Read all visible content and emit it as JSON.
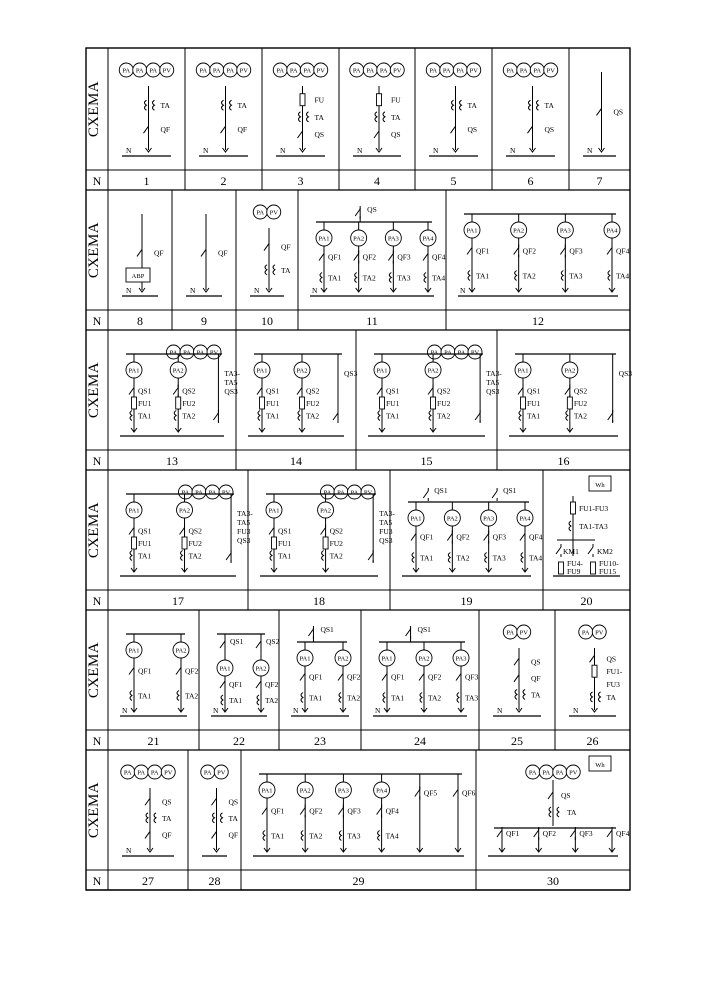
{
  "labels": {
    "scheme": "СХЕМА",
    "number": "N",
    "neutral": "N",
    "abp": "АВР",
    "wh": "Wh"
  },
  "rows": [
    {
      "cells": [
        {
          "id": "1",
          "meters": [
            "PA",
            "PA",
            "PA",
            "PV"
          ],
          "parts": [
            {
              "k": "ct",
              "t": "TA"
            },
            {
              "k": "sw",
              "t": "QF"
            }
          ],
          "n": true
        },
        {
          "id": "2",
          "meters": [
            "PA",
            "PA",
            "PA",
            "PV"
          ],
          "parts": [
            {
              "k": "ct",
              "t": "TA"
            },
            {
              "k": "sw",
              "t": "QF"
            }
          ],
          "n": true
        },
        {
          "id": "3",
          "meters": [
            "PA",
            "PA",
            "PA",
            "PV"
          ],
          "parts": [
            {
              "k": "fu",
              "t": "FU"
            },
            {
              "k": "ct",
              "t": "TA"
            },
            {
              "k": "sw",
              "t": "QS"
            }
          ],
          "n": true
        },
        {
          "id": "4",
          "meters": [
            "PA",
            "PA",
            "PA",
            "PV"
          ],
          "parts": [
            {
              "k": "fu",
              "t": "FU"
            },
            {
              "k": "ct",
              "t": "TA"
            },
            {
              "k": "sw",
              "t": "QS"
            }
          ],
          "n": true
        },
        {
          "id": "5",
          "meters": [
            "PA",
            "PA",
            "PA",
            "PV"
          ],
          "parts": [
            {
              "k": "ct",
              "t": "TA"
            },
            {
              "k": "sw",
              "t": "QS"
            }
          ],
          "n": true
        },
        {
          "id": "6",
          "meters": [
            "PA",
            "PA",
            "PA",
            "PV"
          ],
          "parts": [
            {
              "k": "ct",
              "t": "TA"
            },
            {
              "k": "sw",
              "t": "QS"
            }
          ],
          "n": true
        },
        {
          "id": "7",
          "meters": [],
          "parts": [
            {
              "k": "sw",
              "t": "QS"
            }
          ],
          "n": true
        }
      ]
    },
    {
      "cells": [
        {
          "id": "8",
          "meters": [],
          "parts": [
            {
              "k": "sw",
              "t": "QF"
            }
          ],
          "n": true,
          "abp": true
        },
        {
          "id": "9",
          "meters": [],
          "parts": [
            {
              "k": "sw",
              "t": "QF"
            }
          ],
          "n": true
        },
        {
          "id": "10",
          "meters": [
            "PA",
            "PV"
          ],
          "parts": [
            {
              "k": "sw",
              "t": "QF"
            },
            {
              "k": "ct",
              "t": "TA"
            }
          ],
          "n": true
        },
        {
          "id": "11",
          "top": "QS",
          "feeders": [
            {
              "m": "PA1",
              "q": "QF1",
              "t": "TA1"
            },
            {
              "m": "PA2",
              "q": "QF2",
              "t": "TA2"
            },
            {
              "m": "PA3",
              "q": "QF3",
              "t": "TA3"
            },
            {
              "m": "PA4",
              "q": "QF4",
              "t": "TA4"
            }
          ],
          "n": true
        },
        {
          "id": "12",
          "feeders": [
            {
              "m": "PA1",
              "q": "QF1",
              "t": "TA1"
            },
            {
              "m": "PA2",
              "q": "QF2",
              "t": "TA2"
            },
            {
              "m": "PA3",
              "q": "QF3",
              "t": "TA3"
            },
            {
              "m": "PA4",
              "q": "QF4",
              "t": "TA4"
            }
          ],
          "n": true
        }
      ]
    },
    {
      "cells": [
        {
          "id": "13",
          "meters": [
            "PA",
            "PA",
            "PA",
            "PV"
          ],
          "feeders": [
            {
              "m": "PA1",
              "q": "QS1",
              "f": "FU1",
              "t": "TA1"
            },
            {
              "m": "PA2",
              "q": "QS2",
              "f": "FU2",
              "t": "TA2"
            }
          ],
          "extra": [
            "TA3-",
            "TA5",
            "QS3"
          ]
        },
        {
          "id": "14",
          "feeders": [
            {
              "m": "PA1",
              "q": "QS1",
              "f": "FU1",
              "t": "TA1"
            },
            {
              "m": "PA2",
              "q": "QS2",
              "f": "FU2",
              "t": "TA2"
            }
          ],
          "extra": [
            "QS3"
          ]
        },
        {
          "id": "15",
          "meters": [
            "PA",
            "PA",
            "PA",
            "PV"
          ],
          "feeders": [
            {
              "m": "PA1",
              "q": "QS1",
              "f": "FU1",
              "t": "TA1"
            },
            {
              "m": "PA2",
              "q": "QS2",
              "f": "FU2",
              "t": "TA2"
            }
          ],
          "extra": [
            "TA3-",
            "TA5",
            "QS3"
          ]
        },
        {
          "id": "16",
          "feeders": [
            {
              "m": "PA1",
              "q": "QS1",
              "f": "FU1",
              "t": "TA1"
            },
            {
              "m": "PA2",
              "q": "QS2",
              "f": "FU2",
              "t": "TA2"
            }
          ],
          "extra": [
            "QS3"
          ]
        }
      ]
    },
    {
      "cells": [
        {
          "id": "17",
          "meters": [
            "PA",
            "PA",
            "PA",
            "PV"
          ],
          "feeders": [
            {
              "m": "PA1",
              "q": "QS1",
              "f": "FU1",
              "t": "TA1"
            },
            {
              "m": "PA2",
              "q": "QS2",
              "f": "FU2",
              "t": "TA2"
            }
          ],
          "extra": [
            "TA3-",
            "TA5",
            "FU3",
            "QS3"
          ]
        },
        {
          "id": "18",
          "meters": [
            "PA",
            "PA",
            "PA",
            "PV"
          ],
          "feeders": [
            {
              "m": "PA1",
              "q": "QS1",
              "f": "FU1",
              "t": "TA1"
            },
            {
              "m": "PA2",
              "q": "QS2",
              "f": "FU2",
              "t": "TA2"
            }
          ],
          "extra": [
            "TA3-",
            "TA5",
            "FU3",
            "QS3"
          ]
        },
        {
          "id": "19",
          "tops": [
            "QS1",
            "QS1"
          ],
          "feeders": [
            {
              "m": "PA1",
              "q": "QF1",
              "t": "TA1"
            },
            {
              "m": "PA2",
              "q": "QF2",
              "t": "TA2"
            },
            {
              "m": "PA3",
              "q": "QF3",
              "t": "TA3"
            },
            {
              "m": "PA4",
              "q": "QF4",
              "t": "TA4"
            }
          ]
        },
        {
          "id": "20",
          "wh": true,
          "texts": [
            "FU1-FU3",
            "TA1-TA3",
            "KM1",
            "KM2",
            "FU4-",
            "FU9",
            "FU10-",
            "FU15"
          ]
        }
      ]
    },
    {
      "cells": [
        {
          "id": "21",
          "feeders": [
            {
              "m": "PA1",
              "q": "QF1",
              "t": "TA1"
            },
            {
              "m": "PA2",
              "q": "QF2",
              "t": "TA2"
            }
          ],
          "n": true
        },
        {
          "id": "22",
          "feeders": [
            {
              "q0": "QS1",
              "m": "PA1",
              "q": "QF1",
              "t": "TA1"
            },
            {
              "q0": "QS2",
              "m": "PA2",
              "q": "QF2",
              "t": "TA2"
            }
          ],
          "n": true
        },
        {
          "id": "23",
          "top": "QS1",
          "feeders": [
            {
              "m": "PA1",
              "q": "QF1",
              "t": "TA1"
            },
            {
              "m": "PA2",
              "q": "QF2",
              "t": "TA2"
            }
          ],
          "n": true
        },
        {
          "id": "24",
          "top": "QS1",
          "feeders": [
            {
              "m": "PA1",
              "q": "QF1",
              "t": "TA1"
            },
            {
              "m": "PA2",
              "q": "QF2",
              "t": "TA2"
            },
            {
              "m": "PA3",
              "q": "QF3",
              "t": "TA3"
            }
          ],
          "n": true
        },
        {
          "id": "25",
          "meters": [
            "PA",
            "PV"
          ],
          "parts": [
            {
              "k": "sw",
              "t": "QS"
            },
            {
              "k": "sw",
              "t": "QF"
            },
            {
              "k": "ct",
              "t": "TA"
            }
          ],
          "n": true
        },
        {
          "id": "26",
          "meters": [
            "PA",
            "PV"
          ],
          "parts": [
            {
              "k": "sw",
              "t": "QS"
            },
            {
              "k": "fu",
              "t": "FU1-"
            },
            {
              "k": "txt",
              "t": "FU3"
            },
            {
              "k": "ct",
              "t": "TA"
            }
          ],
          "n": true
        }
      ]
    },
    {
      "cells": [
        {
          "id": "27",
          "meters": [
            "PA",
            "PA",
            "PA",
            "PV"
          ],
          "parts": [
            {
              "k": "sw",
              "t": "QS"
            },
            {
              "k": "ct",
              "t": "TA"
            },
            {
              "k": "sw",
              "t": "QF"
            }
          ],
          "n": true
        },
        {
          "id": "28",
          "meters": [
            "PA",
            "PV"
          ],
          "parts": [
            {
              "k": "sw",
              "t": "QS"
            },
            {
              "k": "ct",
              "t": "TA"
            },
            {
              "k": "sw",
              "t": "QF"
            }
          ]
        },
        {
          "id": "29",
          "feeders": [
            {
              "m": "PA1",
              "q": "QF1",
              "t": "TA1"
            },
            {
              "m": "PA2",
              "q": "QF2",
              "t": "TA2"
            },
            {
              "m": "PA3",
              "q": "QF3",
              "t": "TA3"
            },
            {
              "m": "PA4",
              "q": "QF4",
              "t": "TA4"
            },
            {
              "q": "QF5"
            },
            {
              "q": "QF6"
            }
          ]
        },
        {
          "id": "30",
          "meters": [
            "PA",
            "PA",
            "PA",
            "PV"
          ],
          "wh": true,
          "parts": [
            {
              "k": "sw",
              "t": "QS"
            },
            {
              "k": "ct",
              "t": "TA"
            }
          ],
          "feeders": [
            {
              "q": "QF1"
            },
            {
              "q": "QF2"
            },
            {
              "q": "QF3"
            },
            {
              "q": "QF4"
            }
          ]
        }
      ]
    }
  ]
}
